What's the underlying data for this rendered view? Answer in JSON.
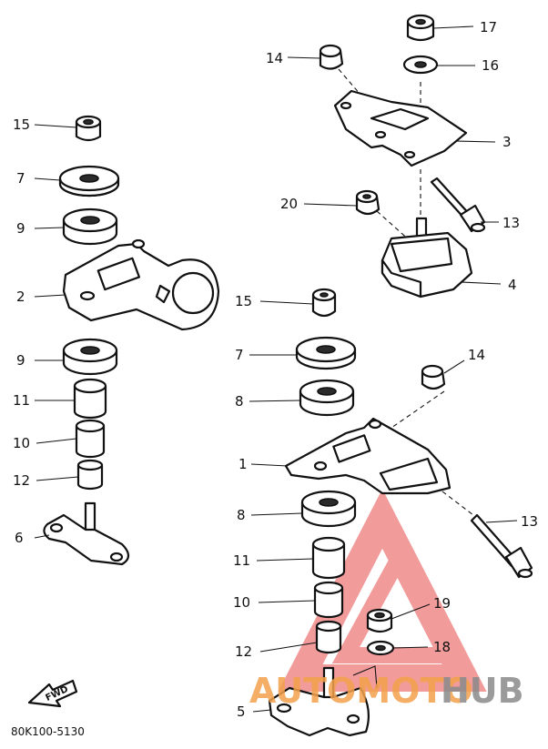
{
  "diagram_code": "80K100-5130",
  "fwd_label": "FWD",
  "watermark": {
    "part1": "AUTOMOTO",
    "part2": "HUB",
    "color_red": "#e84b4b",
    "color_orange": "#f4a14c",
    "color_gray": "#8a8a8a"
  },
  "callouts": {
    "c17": "17",
    "c14a": "14",
    "c16": "16",
    "c3": "3",
    "c20": "20",
    "c13a": "13",
    "c4": "4",
    "c15a": "15",
    "c7a": "7",
    "c9a": "9",
    "c2": "2",
    "c9b": "9",
    "c11a": "11",
    "c10a": "10",
    "c12a": "12",
    "c6": "6",
    "c15b": "15",
    "c7b": "7",
    "c8a": "8",
    "c14b": "14",
    "c1": "1",
    "c8b": "8",
    "c13b": "13",
    "c11b": "11",
    "c10b": "10",
    "c19": "19",
    "c12b": "12",
    "c18": "18",
    "c5": "5"
  }
}
